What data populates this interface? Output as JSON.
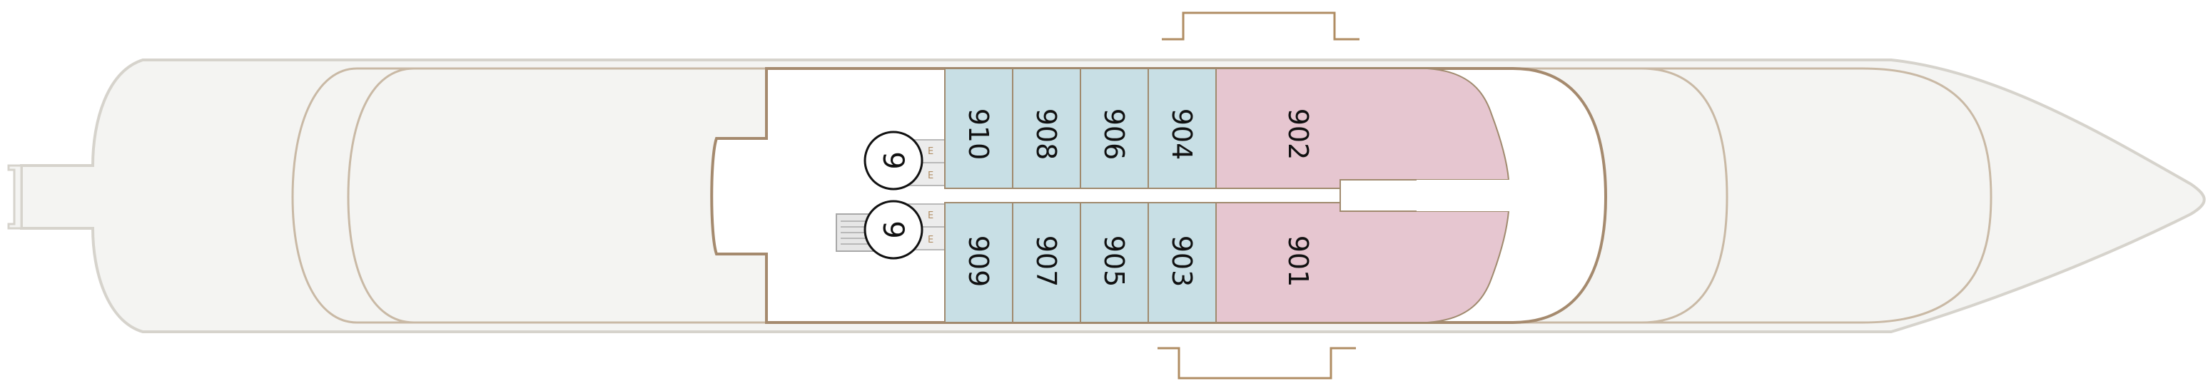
{
  "colors": {
    "hull_fill": "#f4f4f2",
    "hull_stroke": "#d6d3cc",
    "deck_fill": "#ffffff",
    "deck_stroke": "#a58a6e",
    "inner_stroke": "#c9b9a5",
    "cabin_standard": "#c8dfe5",
    "cabin_suite": "#e6c6d0",
    "cabin_divider": "#a08a6e",
    "gangway": "#b08d63",
    "stair_fill": "#e6e6e6"
  },
  "cabins": [
    {
      "number": "910",
      "type": "standard"
    },
    {
      "number": "908",
      "type": "standard"
    },
    {
      "number": "906",
      "type": "standard"
    },
    {
      "number": "904",
      "type": "standard"
    },
    {
      "number": "902",
      "type": "suite"
    },
    {
      "number": "909",
      "type": "standard"
    },
    {
      "number": "907",
      "type": "standard"
    },
    {
      "number": "905",
      "type": "standard"
    },
    {
      "number": "903",
      "type": "standard"
    },
    {
      "number": "901",
      "type": "suite"
    }
  ],
  "deck_markers": [
    "9",
    "9"
  ],
  "elevator_labels": [
    "E",
    "E",
    "E",
    "E"
  ]
}
